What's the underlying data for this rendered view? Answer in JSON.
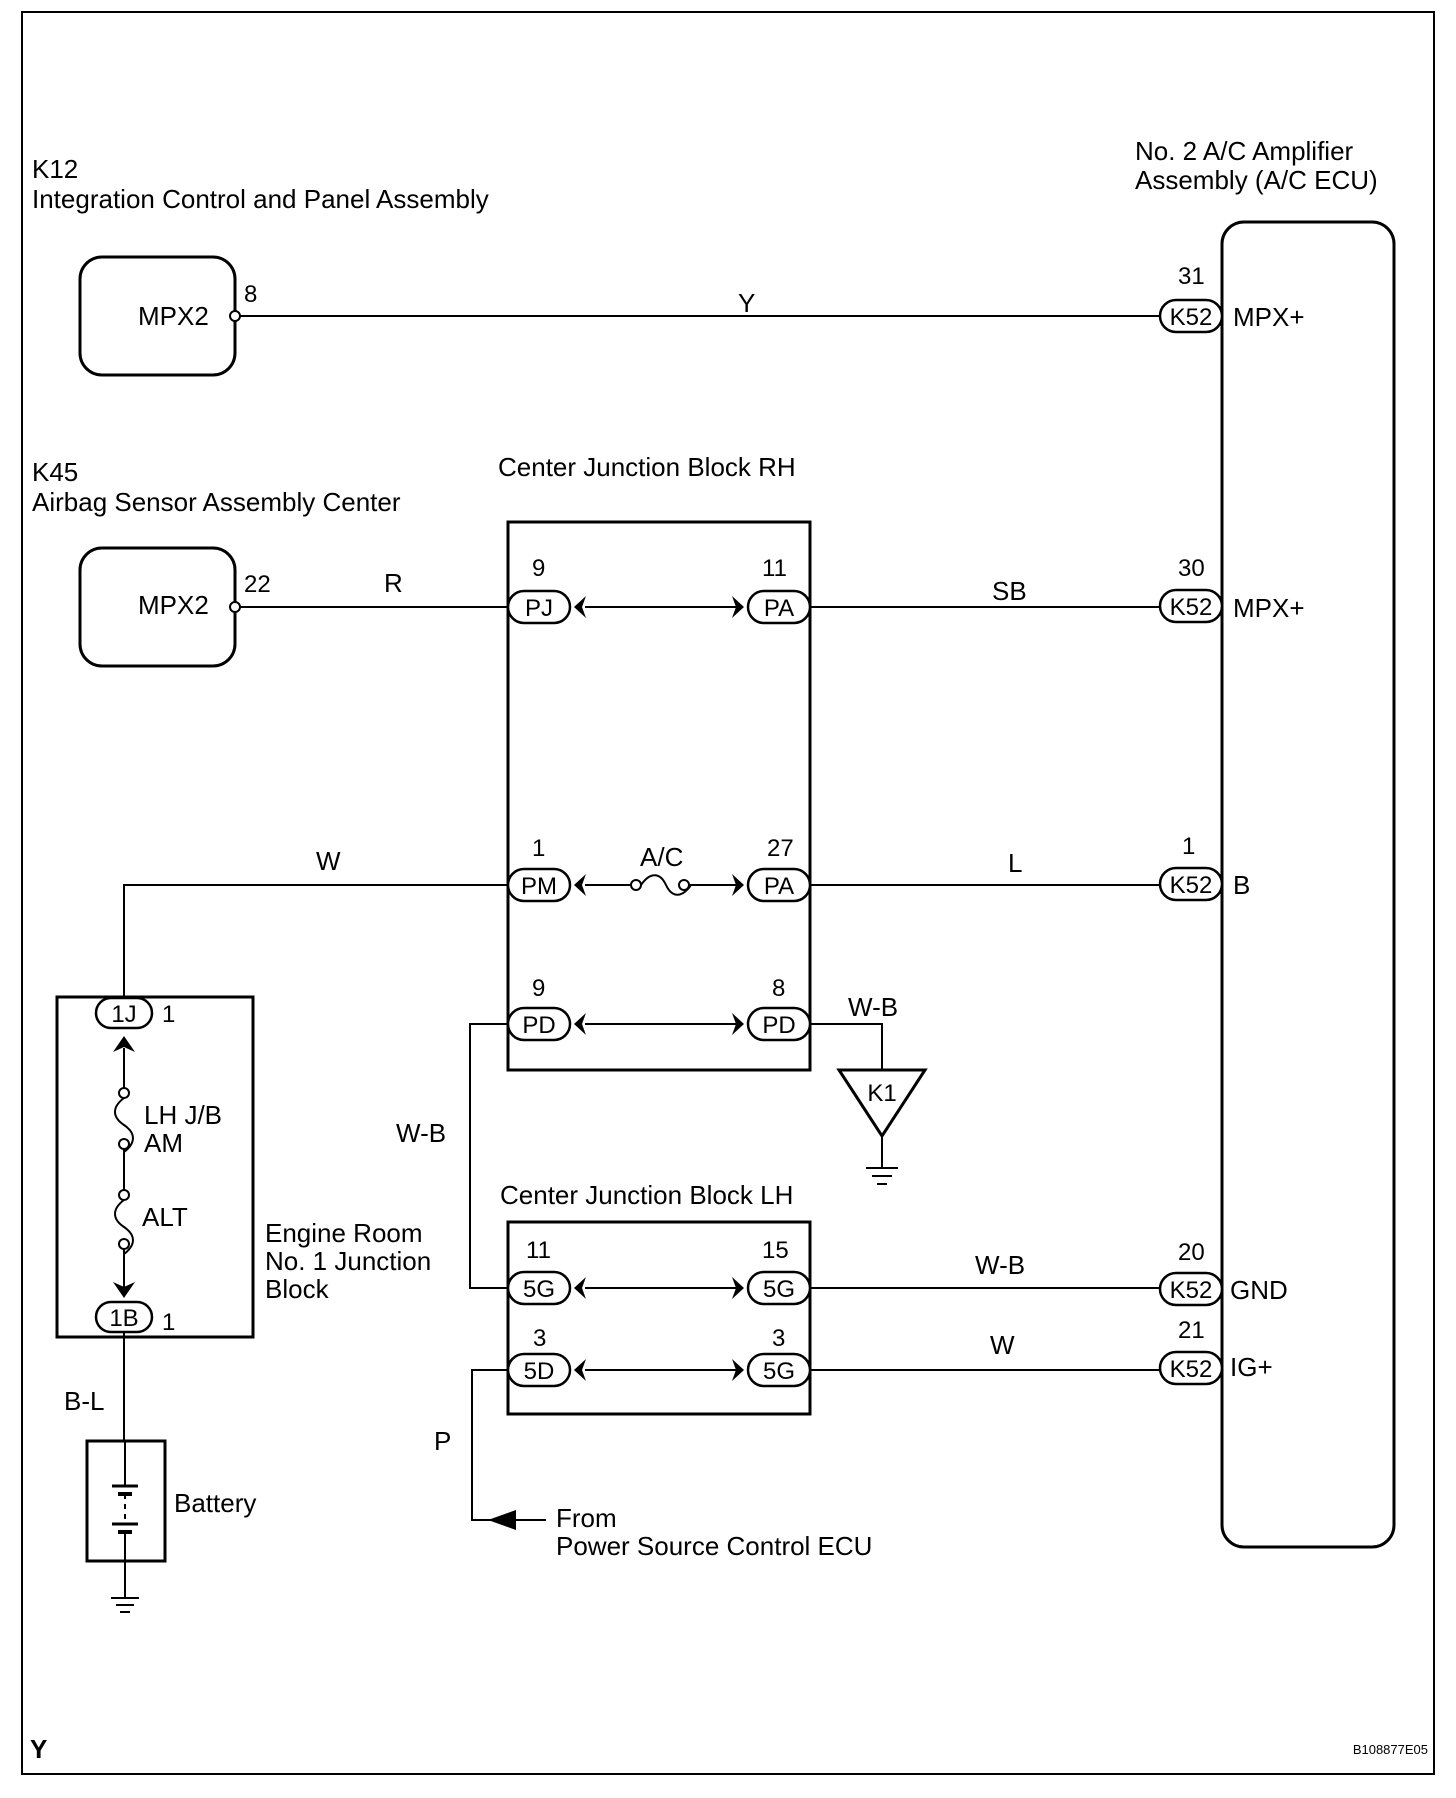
{
  "k12": {
    "code": "K12",
    "name": "Integration Control and Panel Assembly",
    "terminal": "MPX2",
    "pin": "8"
  },
  "k45": {
    "code": "K45",
    "name": "Airbag Sensor Assembly Center",
    "terminal": "MPX2",
    "pin": "22"
  },
  "ecu": {
    "title_line1": "No. 2 A/C Amplifier",
    "title_line2": "Assembly  (A/C ECU)"
  },
  "ecu_terminals": [
    {
      "pin": "31",
      "connector": "K52",
      "name": "MPX+"
    },
    {
      "pin": "30",
      "connector": "K52",
      "name": "MPX+"
    },
    {
      "pin": "1",
      "connector": "K52",
      "name": "B"
    },
    {
      "pin": "20",
      "connector": "K52",
      "name": "GND"
    },
    {
      "pin": "21",
      "connector": "K52",
      "name": "IG+"
    }
  ],
  "cjb_rh": {
    "title": "Center Junction Block RH",
    "rows": [
      {
        "left_pin": "9",
        "left_conn": "PJ",
        "right_pin": "11",
        "right_conn": "PA"
      },
      {
        "left_pin": "1",
        "left_conn": "PM",
        "right_pin": "27",
        "right_conn": "PA",
        "fuse": "A/C"
      },
      {
        "left_pin": "9",
        "left_conn": "PD",
        "right_pin": "8",
        "right_conn": "PD"
      }
    ]
  },
  "cjb_lh": {
    "title": "Center Junction Block LH",
    "rows": [
      {
        "left_pin": "11",
        "left_conn": "5G",
        "right_pin": "15",
        "right_conn": "5G"
      },
      {
        "left_pin": "3",
        "left_conn": "5D",
        "right_pin": "3",
        "right_conn": "5G"
      }
    ]
  },
  "engine_room_jb": {
    "name_line1": "Engine Room",
    "name_line2": "No. 1 Junction",
    "name_line3": "Block",
    "top_conn": "1J",
    "top_pin": "1",
    "bottom_conn": "1B",
    "bottom_pin": "1",
    "fuse1_line1": "LH J/B",
    "fuse1_line2": "AM",
    "fuse2": "ALT"
  },
  "ground_point": "K1",
  "battery": "Battery",
  "wire_colors": {
    "mpx_top": "Y",
    "k45_to_rh": "R",
    "rh_to_ecu_mpx": "SB",
    "w_to_pm": "W",
    "pa_to_b": "L",
    "pd_to_k1": "W-B",
    "pd_to_lh": "W-B",
    "lh_to_gnd": "W-B",
    "lh_to_ig": "W",
    "power_in": "P",
    "battery_wire": "B-L"
  },
  "from_label": {
    "line1": "From",
    "line2": "Power Source Control ECU"
  },
  "corner_letter": "Y",
  "figure_code": "B108877E05"
}
